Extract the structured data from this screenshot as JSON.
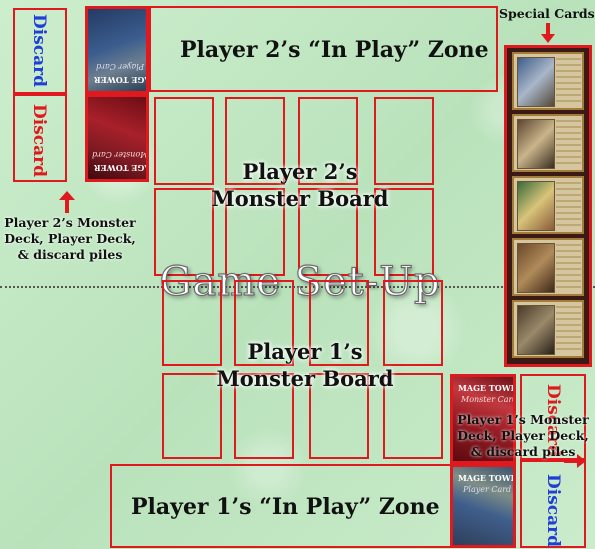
{
  "title": "Game Set-Up",
  "player2": {
    "in_play_zone": "Player 2’s “In Play” Zone",
    "monster_board_line1": "Player 2’s",
    "monster_board_line2": "Monster Board",
    "discard_top": "Discard",
    "discard_bottom": "Discard",
    "caption_line1": "Player 2’s Monster",
    "caption_line2": "Deck, Player Deck,",
    "caption_line3": "& discard piles"
  },
  "player1": {
    "in_play_zone": "Player 1’s “In Play” Zone",
    "monster_board_line1": "Player 1’s",
    "monster_board_line2": "Monster Board",
    "discard_top": "Discard",
    "discard_bottom": "Discard",
    "caption_line1": "Player 1’s Monster",
    "caption_line2": "Deck, Player Deck,",
    "caption_line3": "& discard piles"
  },
  "special_cards_label": "Special Cards",
  "cards": {
    "brand": "MAGE TOWER",
    "player_card": "Player Card",
    "monster_card": "Monster Card"
  },
  "colors": {
    "zone_border": "#e0191f",
    "discard_blue": "#1f3fd6",
    "discard_red": "#e0191f",
    "background": "#c4e8c4"
  },
  "icons": {
    "arrow": "red-arrow"
  }
}
